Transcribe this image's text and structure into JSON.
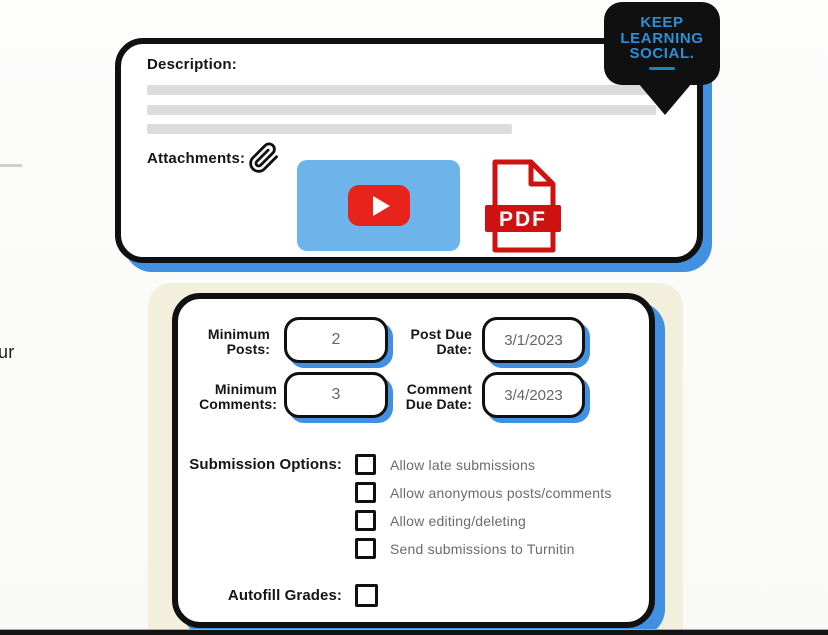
{
  "colors": {
    "accent_blue": "#4190E2",
    "badge_text_blue": "#2E8FD6",
    "panel_cream": "#F2EFDC",
    "youtube_thumbnail_blue": "#6CB4E9",
    "youtube_red": "#E8231B",
    "pdf_red": "#CE1212",
    "placeholder_gray": "#DCDCDC",
    "muted_text_gray": "#6B6B6B"
  },
  "left_margin": {
    "text_fragment": "ur"
  },
  "badge": {
    "line1": "KEEP",
    "line2": "LEARNING",
    "line3": "SOCIAL."
  },
  "description_card": {
    "description_label": "Description:",
    "attachments_label": "Attachments:",
    "pdf_label": "PDF"
  },
  "settings": {
    "minimum_posts": {
      "label_line1": "Minimum",
      "label_line2": "Posts:",
      "value": "2"
    },
    "post_due_date": {
      "label_line1": "Post Due",
      "label_line2": "Date:",
      "value": "3/1/2023"
    },
    "minimum_comments": {
      "label_line1": "Minimum",
      "label_line2": "Comments:",
      "value": "3"
    },
    "comment_due_date": {
      "label_line1": "Comment",
      "label_line2": "Due Date:",
      "value": "3/4/2023"
    },
    "submission_options_label": "Submission Options:",
    "submission_options": [
      "Allow late submissions",
      "Allow anonymous posts/comments",
      "Allow editing/deleting",
      "Send submissions to Turnitin"
    ],
    "autofill_grades_label": "Autofill Grades:"
  }
}
